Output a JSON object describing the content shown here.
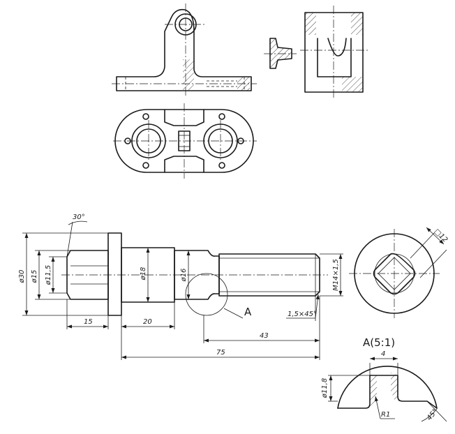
{
  "dimensions": {
    "angle_30": "30°",
    "dia_30": "ø30",
    "dia_15": "ø15",
    "dia_11_5": "ø11,5",
    "dia_18": "ø18",
    "dia_16": "ø16",
    "thread": "M14×1,5",
    "chamfer": "1,5×45°",
    "len_15": "15",
    "len_20": "20",
    "len_43": "43",
    "len_75": "75",
    "square_12": "□12",
    "detail_dia": "ø11,8",
    "detail_width": "4",
    "detail_radius": "R1",
    "detail_angle": "45°"
  },
  "labels": {
    "view_mark": "A",
    "detail_title": "A(5:1)"
  }
}
